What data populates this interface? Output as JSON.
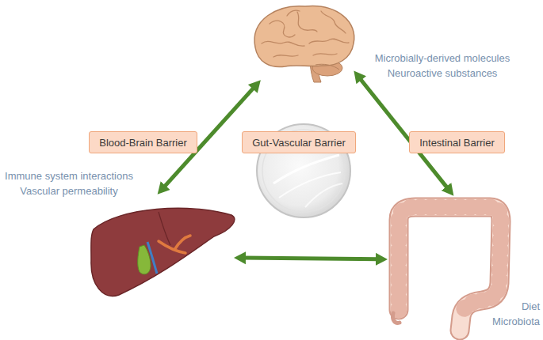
{
  "diagram": {
    "nodes": [
      {
        "text": [
          "Microbially-derived molecules",
          "Neuroactive substances"
        ]
      },
      {
        "text": [
          "Blood-Brain Barrier"
        ]
      },
      {
        "text": [
          "Gut-Vascular Barrier"
        ]
      },
      {
        "text": [
          "Intestinal Barrier"
        ]
      },
      {
        "text": [
          "Immune system interactions",
          "Vascular permeability"
        ]
      },
      {
        "text": [
          "Diet",
          "Microbiota"
        ]
      }
    ],
    "edges": [
      {
        "from": 0,
        "to": 4,
        "arrow": "both"
      },
      {
        "from": 0,
        "to": 5,
        "arrow": "both"
      },
      {
        "from": 4,
        "to": 5,
        "arrow": "both"
      }
    ]
  }
}
